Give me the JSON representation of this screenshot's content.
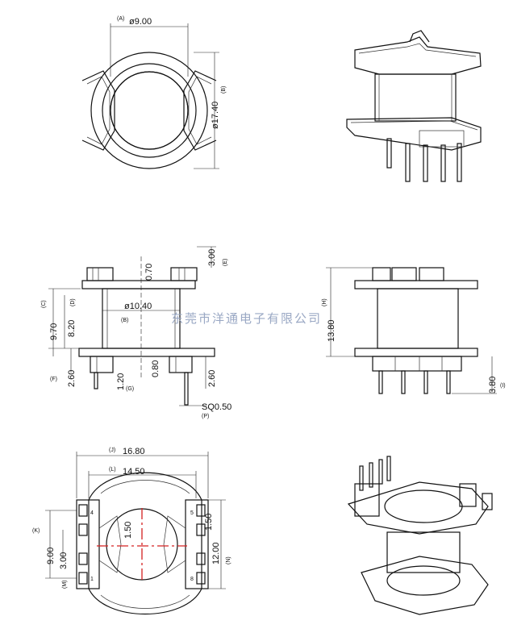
{
  "watermark": "东莞市洋通电子有限公司",
  "top_view": {
    "d_inner": "ø9.00",
    "d_inner_tag": "(A)",
    "d_outer": "ø17.40",
    "d_outer_tag": "(B)"
  },
  "side_view": {
    "flange_top": "3.00",
    "flange_top_tag": "(E)",
    "slot": "0.70",
    "height_total": "9.70",
    "height_total_tag": "(C)",
    "height_inner": "8.20",
    "height_inner_tag": "(D)",
    "core_d": "ø10.40",
    "core_d_tag": "(B)",
    "wall": "0.80",
    "pin_len": "2.60",
    "pin_len_tag": "(F)",
    "step": "1.20",
    "step_tag": "(G)",
    "pin_len_r": "2.60",
    "pin_sq": "SQ0.50",
    "pin_sq_tag": "(P)"
  },
  "front_view": {
    "height": "13.80",
    "height_tag": "(H)",
    "pin_out": "3.80",
    "pin_out_tag": "(I)"
  },
  "bottom_view": {
    "width_outer": "16.80",
    "width_outer_tag": "(J)",
    "width_inner": "14.50",
    "width_inner_tag": "(L)",
    "pitch": "1.50",
    "pitch_r": "1.50",
    "row_h": "9.00",
    "row_h_tag": "(K)",
    "row_inner": "3.00",
    "row_inner_tag": "(M)",
    "span": "12.00",
    "span_tag": "(N)",
    "pin_1": "1",
    "pin_4": "4",
    "pin_5": "5",
    "pin_8": "8"
  }
}
